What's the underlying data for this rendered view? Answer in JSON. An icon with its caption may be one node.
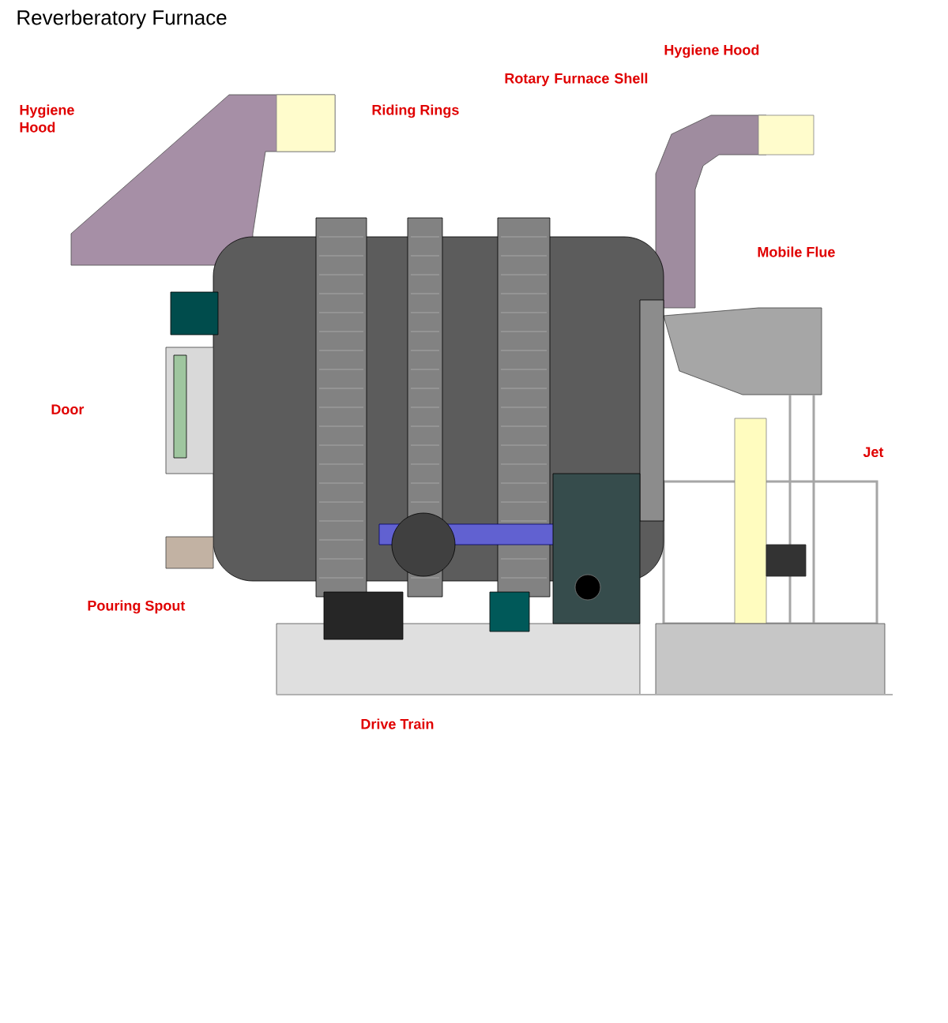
{
  "diagram": {
    "title": "Reverberatory Furnace",
    "labels": [
      "Hygiene Hood",
      "Riding Rings",
      "Rotary Furnace Shell",
      "Hygiene Hood",
      "Mobile Flue",
      "Door",
      "Jet",
      "Pouring Spout",
      "Drive Train"
    ]
  }
}
